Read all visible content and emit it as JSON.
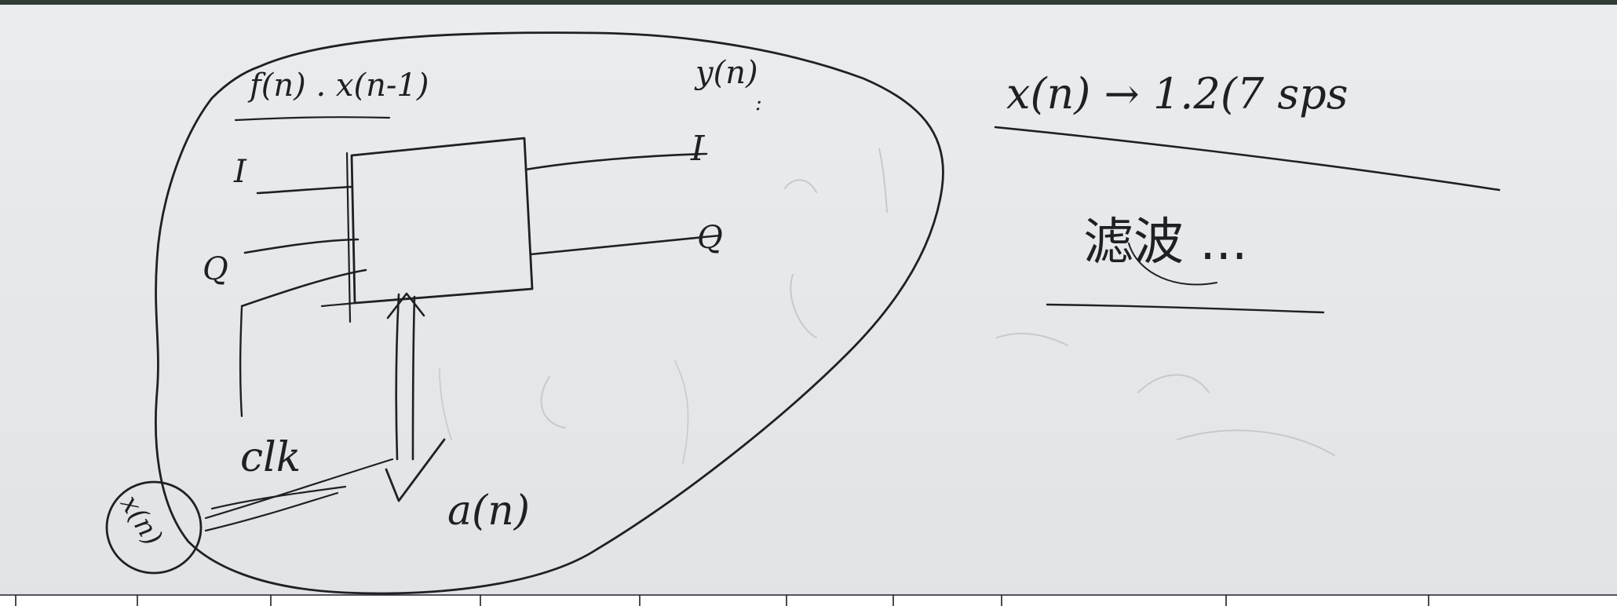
{
  "sheet": {
    "labels": {
      "top_left_signal": "f(n) . x(n-1)",
      "top_right_signal": "y(n)",
      "input_one": "I",
      "input_q": "Q",
      "output_one": "I",
      "output_q": "Q",
      "clock": "clk",
      "arrow_label": "a(n)",
      "circled_note": "x(n)",
      "right_formula": "x(n) → 1.2(7 sps",
      "right_note": "滤波 ...",
      "dots_note": ":"
    }
  }
}
